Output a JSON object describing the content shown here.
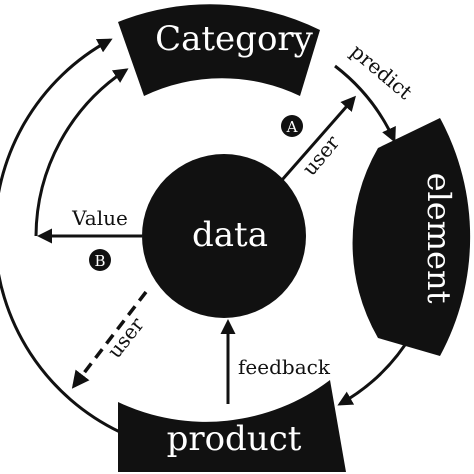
{
  "diagram": {
    "center_label": "data",
    "segments": {
      "top": "Category",
      "right": "element",
      "bottom": "product"
    },
    "arrow_labels": {
      "predict": "predict",
      "user_a": "user",
      "value": "Value",
      "user_b": "user",
      "feedback": "feedback"
    },
    "markers": {
      "a": "A",
      "b": "B"
    },
    "colors": {
      "ink": "#111111",
      "background": "#ffffff",
      "reverse_text": "#ffffff"
    }
  }
}
